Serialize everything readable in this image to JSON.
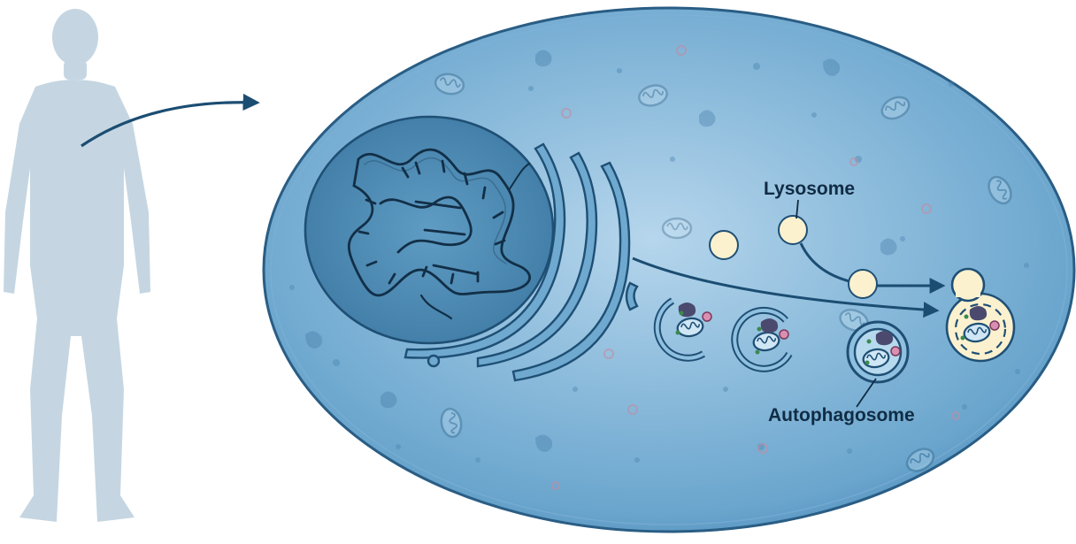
{
  "labels": {
    "lysosome": "Lysosome",
    "autophagosome": "Autophagosome"
  },
  "colors": {
    "background": "#ffffff",
    "human_silhouette": "#c5d6e2",
    "cell_fill": "#5e9bc4",
    "cell_edge": "#2a5d84",
    "nucleus_fill": "#3f7ea8",
    "organelle_stroke": "#1f4f74",
    "lysosome_fill": "#fbf1cf",
    "arrow": "#1b4d72",
    "label_text": "#102c44"
  },
  "icons": [
    "human-silhouette",
    "arrow",
    "dna",
    "golgi",
    "mitochondrion",
    "lysosome",
    "autophagosome"
  ]
}
